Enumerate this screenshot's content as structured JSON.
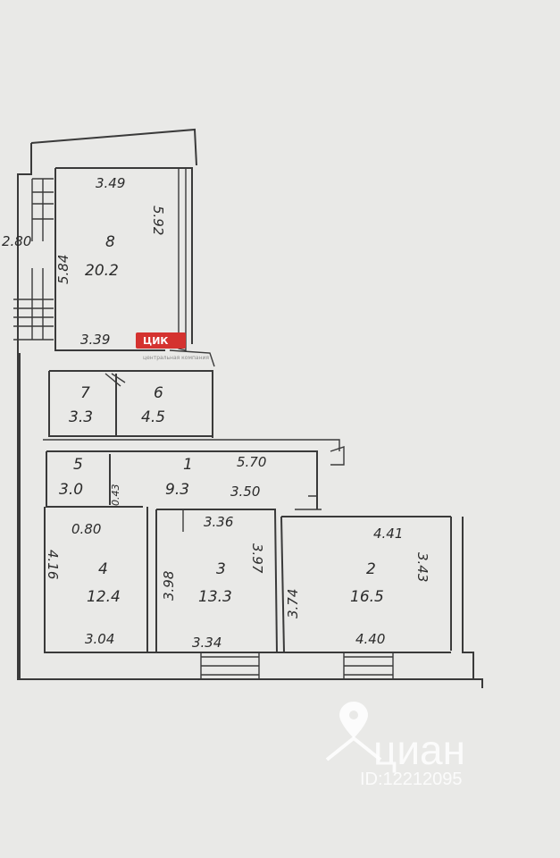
{
  "rooms": [
    {
      "id": "8",
      "number": "8",
      "area": "20.2"
    },
    {
      "id": "7",
      "number": "7",
      "area": "3.3"
    },
    {
      "id": "6",
      "number": "6",
      "area": "4.5"
    },
    {
      "id": "5",
      "number": "5",
      "area": "3.0"
    },
    {
      "id": "1",
      "number": "1",
      "area": "9.3"
    },
    {
      "id": "4",
      "number": "4",
      "area": "12.4"
    },
    {
      "id": "3",
      "number": "3",
      "area": "13.3"
    },
    {
      "id": "2",
      "number": "2",
      "area": "16.5"
    }
  ],
  "dimensions": {
    "r8_top": "3.49",
    "r8_left": "5.84",
    "r8_right": "5.92",
    "r8_bottom": "3.39",
    "outer_left": "2.80",
    "r1_top": "5.70",
    "r1_bottom": "3.50",
    "small_door": "0.43",
    "r4_top": "0.80",
    "r4_left": "4.16",
    "r4_bottom": "3.04",
    "r3_top": "3.36",
    "r3_left": "3.98",
    "r3_right": "3.97",
    "r3_bottom": "3.34",
    "r2_left": "3.74",
    "r2_top": "4.41",
    "r2_right": "3.43",
    "r2_bottom": "4.40"
  },
  "watermarks": {
    "logo": "ЦИК",
    "logo_sub": "центральная\nкомпания",
    "brand": "циан",
    "listing_id": "ID:12212095"
  },
  "colors": {
    "paper": "#e9e9e7",
    "ink": "#3a3a3a",
    "logo_red": "#d4322f"
  }
}
